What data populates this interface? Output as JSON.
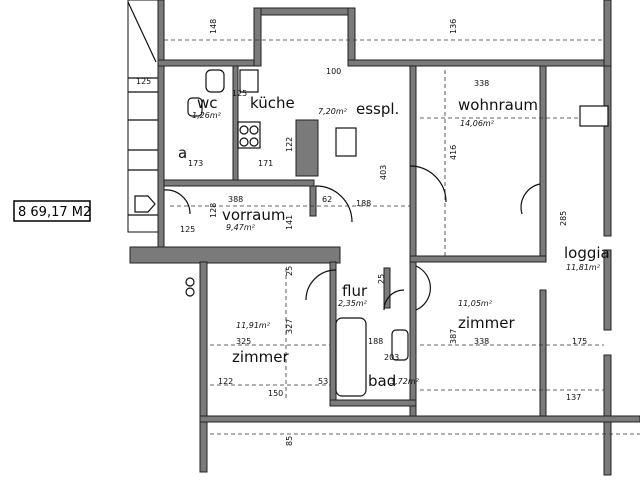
{
  "plan": {
    "unit_badge": "8 69,17 M2",
    "rooms": {
      "kueche": {
        "name": "küche",
        "area": "7,20m²"
      },
      "essplatz": {
        "name": "esspl."
      },
      "wohnraum": {
        "name": "wohnraum",
        "area": "14,06m²"
      },
      "wc": {
        "name": "wc",
        "area": "1,26m²"
      },
      "abstell": {
        "name": "a"
      },
      "vorraum": {
        "name": "vorraum",
        "area": "9,47m²"
      },
      "flur": {
        "name": "flur",
        "area": "2,35m²"
      },
      "zimmer_left": {
        "name": "zimmer",
        "area": "11,91m²"
      },
      "zimmer_right": {
        "name": "zimmer",
        "area": "11,05m²"
      },
      "bad": {
        "name": "bad",
        "area": "3,72m²"
      },
      "loggia": {
        "name": "loggia",
        "area": "11,81m²"
      }
    },
    "dimensions": {
      "d148": "148",
      "d136": "136",
      "d100": "100",
      "d338_top": "338",
      "d125a": "125",
      "d125b": "125",
      "d173": "173",
      "d171": "171",
      "d122a": "122",
      "d416": "416",
      "d403": "403",
      "d388": "388",
      "d128": "128",
      "d141": "141",
      "d62": "62",
      "d188": "188",
      "d125c": "125",
      "d285": "285",
      "d25a": "25",
      "d25b": "25",
      "d325": "325",
      "d327": "327",
      "d387": "387",
      "d338_mid": "338",
      "d175": "175",
      "d188b": "188",
      "d203": "203",
      "d122b": "122",
      "d53": "53",
      "d150": "150",
      "d137": "137",
      "d85": "85"
    }
  }
}
